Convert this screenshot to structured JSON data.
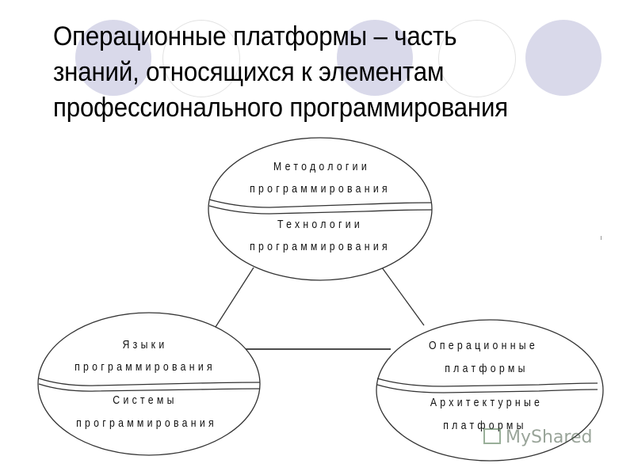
{
  "slide": {
    "title_lines": [
      "Операционные платформы – часть",
      "знаний, относящихся к элементам",
      "профессионального программирования"
    ],
    "decor_colors": {
      "filled_circle": "#d9d9ea",
      "outline_circle": "#e2e2e2"
    }
  },
  "diagram": {
    "nodes": [
      {
        "id": "top",
        "upper": [
          "Методологии",
          "программирования"
        ],
        "lower": [
          "Технологии",
          "программирования"
        ]
      },
      {
        "id": "left",
        "upper": [
          "Языки",
          "программирования"
        ],
        "lower": [
          "Системы",
          "программирования"
        ]
      },
      {
        "id": "right",
        "upper": [
          "Операционные",
          "платформы"
        ],
        "lower": [
          "Архитектурные",
          "платформы"
        ]
      }
    ],
    "edges": [
      {
        "from": "top",
        "to": "left"
      },
      {
        "from": "top",
        "to": "right"
      },
      {
        "from": "left",
        "to": "right"
      }
    ]
  },
  "watermark": {
    "text": "MyShared"
  }
}
